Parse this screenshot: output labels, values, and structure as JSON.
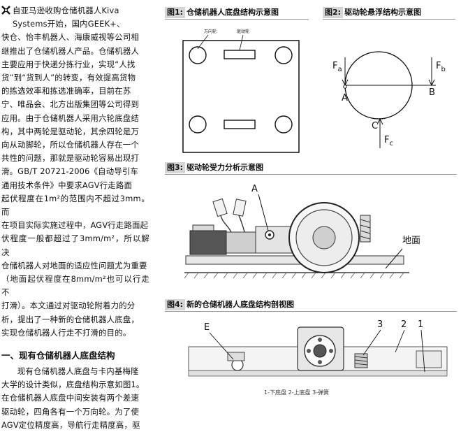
{
  "article": {
    "intro_lines": [
      "自亚马逊收购仓储机器人Kiva",
      "Systems开始，国内GEEK+、",
      "快仓、怡丰机器人、海康威视等公司相",
      "继推出了仓储机器人产品。仓储机器人",
      "主要应用于快递分拣行业，实现“人找",
      "货”到“货到人”的转变，有效提高货物",
      "的拣选效率和拣选准确率，目前在苏",
      "宁、唯品会、北方出版集团等公司得到",
      "应用。由于仓储机器人采用六轮底盘结",
      "构，其中两轮是驱动轮，其余四轮是万",
      "向从动脚轮，所以仓储机器人存在一个",
      "共性的问题，那就是驱动轮容易出现打",
      "滑。GB/T 20721-2006《自动导引车",
      "通用技术条件》中要求AGV行走路面",
      "起伏程度在1m²的范围内不超过3mm。而",
      "在项目实际实施过程中，AGV行走路面起",
      "伏程度一般都超过了3mm/m²，所以解决",
      "仓储机器人对地面的适应性问题尤为重要",
      "（地面起伏程度在8mm/m²也可以行走不",
      "打滑）。本文通过对驱动轮附着力的分",
      "析，提出了一种新的仓储机器人底盘，",
      "实现仓储机器人行走不打滑的目的。"
    ],
    "section_heading": "一、现有仓储机器人底盘结构",
    "section_lines": [
      "现有仓储机器人底盘与卡内基梅隆",
      "大学的设计类似，底盘结构示意如图1。",
      "在仓储机器人底盘中间安装有两个差速",
      "驱动轮，四角各有一个万向轮。为了使",
      "AGV定位精度高，导航行走精度高，驱"
    ]
  },
  "figures": {
    "fig1": {
      "tag": "图1:",
      "title": "仓储机器人底盘结构示意图",
      "label_caster": "万向轮",
      "label_drive": "驱动轮"
    },
    "fig2": {
      "tag": "图2:",
      "title": "驱动轮悬浮结构示意图",
      "force_a": "F",
      "force_a_sub": "a",
      "force_b": "F",
      "force_b_sub": "b",
      "force_c": "F",
      "force_c_sub": "c",
      "point_a": "A",
      "point_b": "B",
      "point_c": "C"
    },
    "fig3": {
      "tag": "图3:",
      "title": "驱动轮受力分析示意图",
      "point_a": "A",
      "ground_label": "地面"
    },
    "fig4": {
      "tag": "图4:",
      "title": "新的仓储机器人底盘结构剖视图",
      "label_e": "E",
      "label_3": "3",
      "label_2": "2",
      "label_1": "1",
      "legend": "1-下底盘   2-上底盘   3-弹簧"
    }
  }
}
